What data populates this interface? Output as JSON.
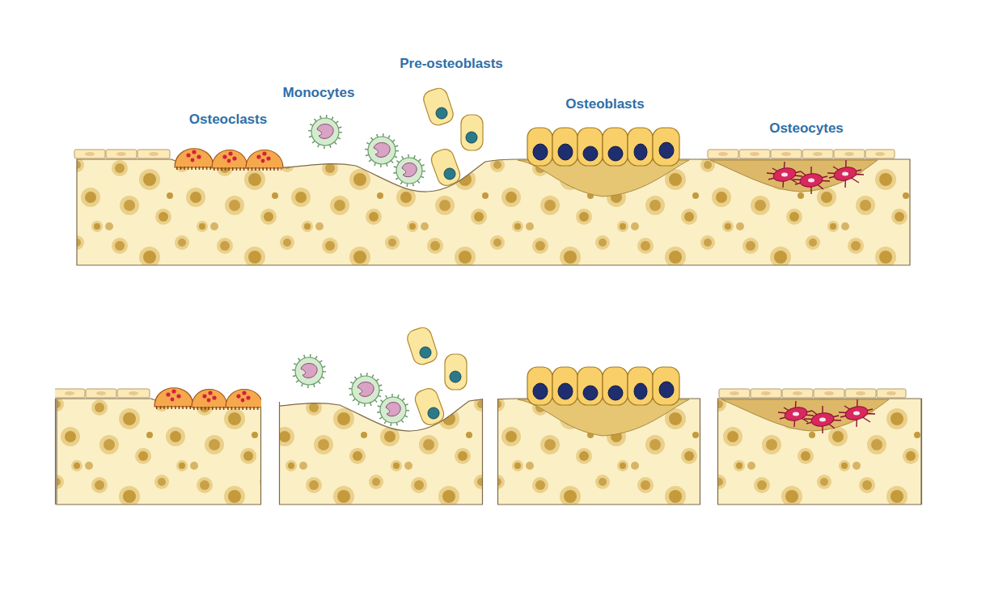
{
  "diagram": {
    "labels": [
      "Osteoclasts",
      "Monocytes",
      "Pre-osteoblasts",
      "Osteoblasts",
      "Osteocytes"
    ]
  }
}
